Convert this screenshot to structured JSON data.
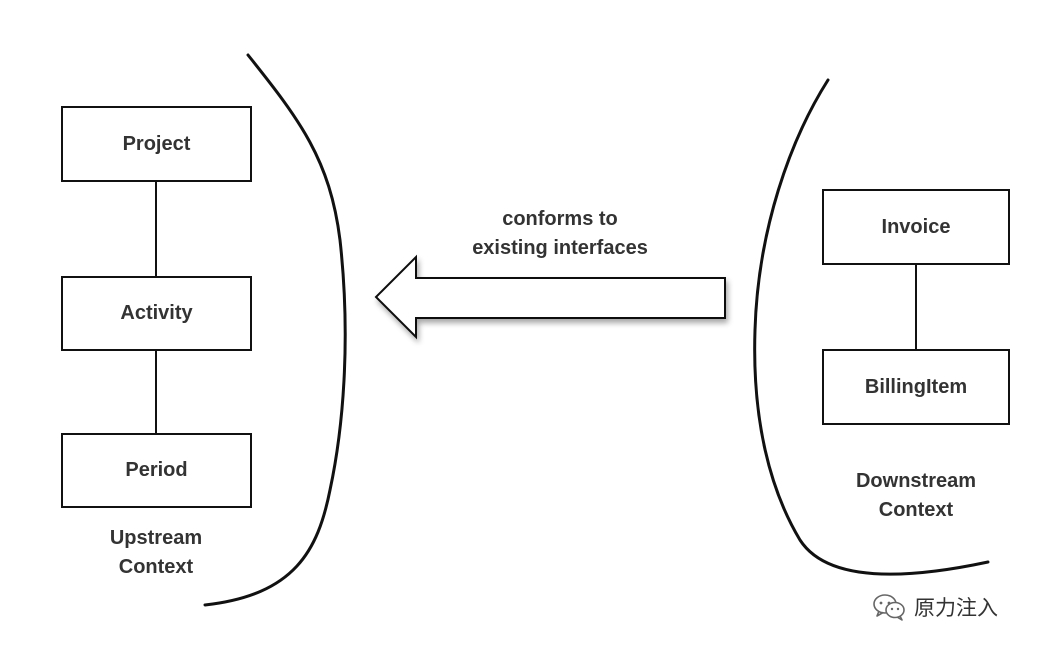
{
  "upstream": {
    "boxes": [
      "Project",
      "Activity",
      "Period"
    ],
    "context_label_line1": "Upstream",
    "context_label_line2": "Context"
  },
  "downstream": {
    "boxes": [
      "Invoice",
      "BillingItem"
    ],
    "context_label_line1": "Downstream",
    "context_label_line2": "Context"
  },
  "arrow": {
    "label_line1": "conforms to",
    "label_line2": "existing interfaces"
  },
  "watermark": {
    "icon": "wechat-icon",
    "text": "原力注入"
  }
}
